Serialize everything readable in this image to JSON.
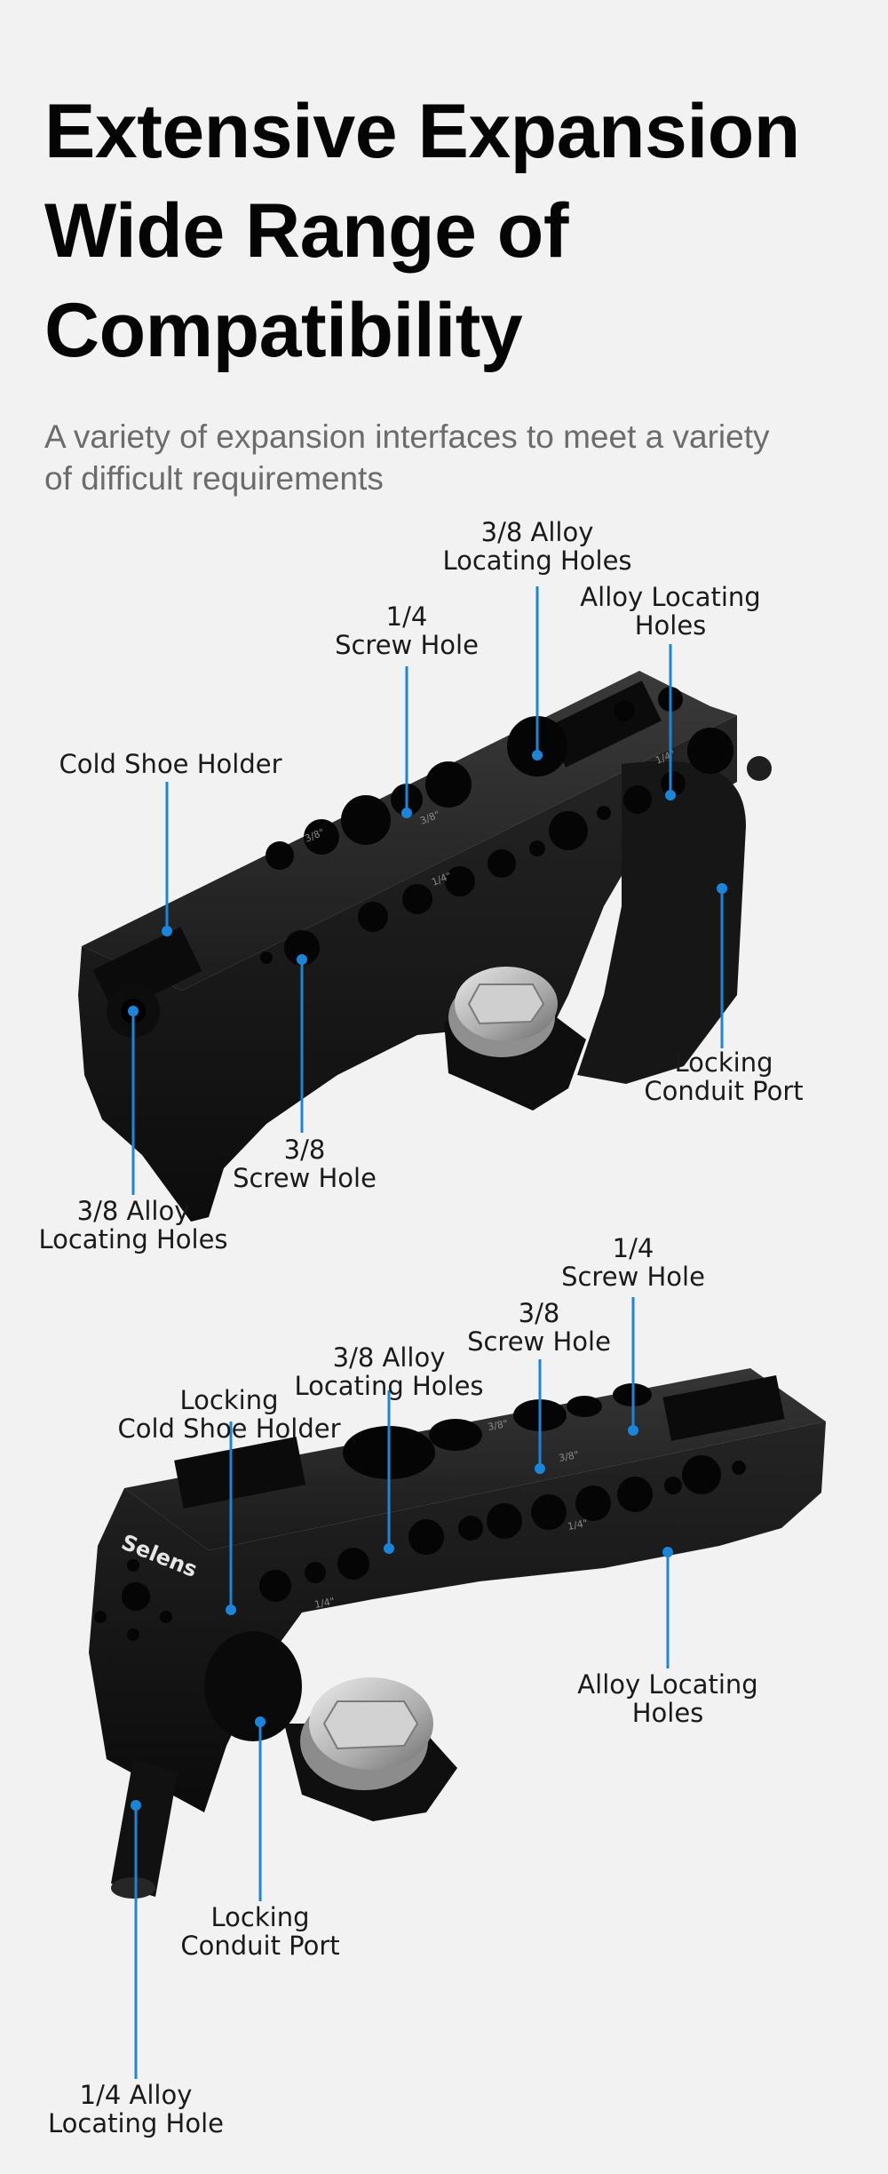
{
  "headline": {
    "line1": "Extensive Expansion",
    "line2": "Wide Range of",
    "line3": "Compatibility"
  },
  "subtitle": {
    "line1": "A variety of expansion interfaces to meet a variety",
    "line2": "of difficult requirements"
  },
  "handle_top": {
    "labels": {
      "alloy_holes_top": [
        "3/8 Alloy",
        "Locating Holes"
      ],
      "screw_quarter": [
        "1/4",
        "Screw Hole"
      ],
      "alloy_locating": [
        "Alloy Locating",
        "Holes"
      ],
      "cold_shoe": [
        "Cold Shoe Holder"
      ],
      "locking_conduit": [
        "Locking",
        "Conduit Port"
      ],
      "screw_three_eighths": [
        "3/8",
        "Screw Hole"
      ],
      "alloy_holes_side": [
        "3/8 Alloy",
        "Locating Holes"
      ]
    },
    "engravings": {
      "e1": "3/8\"",
      "e2": "3/8\"",
      "e3": "1/4\"",
      "e4": "1/4\""
    }
  },
  "handle_bottom": {
    "labels": {
      "screw_quarter": [
        "1/4",
        "Screw Hole"
      ],
      "screw_three_eighths": [
        "3/8",
        "Screw Hole"
      ],
      "alloy_holes": [
        "3/8 Alloy",
        "Locating Holes"
      ],
      "locking_cold_shoe": [
        "Locking",
        "Cold Shoe Holder"
      ],
      "alloy_locating": [
        "Alloy Locating",
        "Holes"
      ],
      "locking_conduit": [
        "Locking",
        "Conduit Port"
      ],
      "alloy_hole_quarter": [
        "1/4 Alloy",
        "Locating Hole"
      ]
    },
    "brand": "Selens",
    "engravings": {
      "e1": "3/8\"",
      "e2": "3/8\"",
      "e3": "1/4\"",
      "e4": "1/4\""
    }
  },
  "colors": {
    "accent": "#1b86d9",
    "metal": "#141414",
    "background": "#f2f2f2"
  }
}
